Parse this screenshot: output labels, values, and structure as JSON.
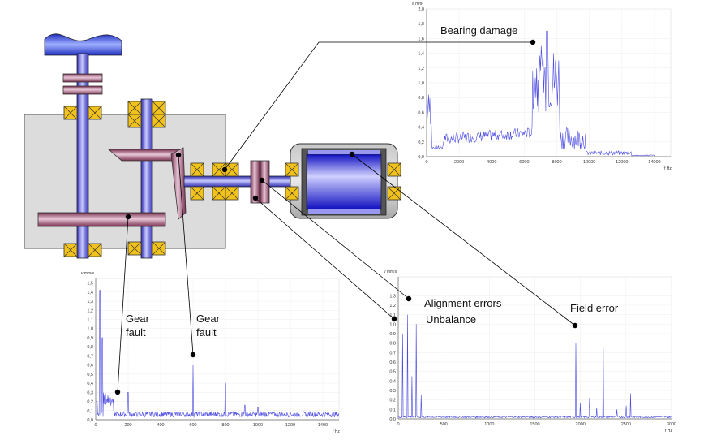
{
  "labels": {
    "bearing_damage": "Bearing damage",
    "gear_fault_1_line1": "Gear",
    "gear_fault_1_line2": "fault",
    "gear_fault_2_line1": "Gear",
    "gear_fault_2_line2": "fault",
    "alignment_errors": "Alignment errors",
    "unbalance": "Unbalance",
    "field_error": "Field error"
  },
  "colors": {
    "gearbox": "#dcdcdc",
    "shaft": "#5a5ad8",
    "gear": "#9a4a6a",
    "bearing": "#f0c020",
    "motor_body": "#b8b8b8",
    "rotor": "#4040e0",
    "spectrum": "#4a4ae0"
  },
  "chart_data": [
    {
      "id": "bearing",
      "type": "line",
      "ylabel": "a m/s²",
      "xlabel": "f Hz",
      "xlim": [
        0,
        15000
      ],
      "ylim": [
        0,
        2.0
      ],
      "xticks": [
        "0",
        "2000",
        "4000",
        "6000",
        "8000",
        "10000",
        "12000",
        "14000"
      ],
      "yticks": [
        "0,0",
        "0,2",
        "0,4",
        "0,6",
        "0,8",
        "1,0",
        "1,2",
        "1,4",
        "1,6",
        "1,8",
        "2,0"
      ]
    },
    {
      "id": "gear",
      "type": "line",
      "ylabel": "v mm/s",
      "xlabel": "f Hz",
      "xlim": [
        0,
        1500
      ],
      "ylim": [
        0,
        1.55
      ],
      "xticks": [
        "0",
        "200",
        "400",
        "600",
        "800",
        "1000",
        "1200",
        "1400"
      ],
      "yticks": [
        "0,0",
        "0,1",
        "0,2",
        "0,3",
        "0,4",
        "0,5",
        "0,6",
        "0,7",
        "0,8",
        "0,9",
        "1,0",
        "1,1",
        "1,2",
        "1,3",
        "1,4",
        "1,5"
      ]
    },
    {
      "id": "motor",
      "type": "line",
      "ylabel": "v mm/s",
      "xlabel": "f Hz",
      "xlim": [
        0,
        3000
      ],
      "ylim": [
        0,
        1.5
      ],
      "xticks": [
        "0",
        "500",
        "1000",
        "1500",
        "2000",
        "2500",
        "3000"
      ],
      "yticks": [
        "0,0",
        "0,1",
        "0,2",
        "0,3",
        "0,4",
        "0,5",
        "0,6",
        "0,7",
        "0,8",
        "0,9",
        "1,0",
        "1,1",
        "1,2",
        "1,3"
      ]
    }
  ]
}
